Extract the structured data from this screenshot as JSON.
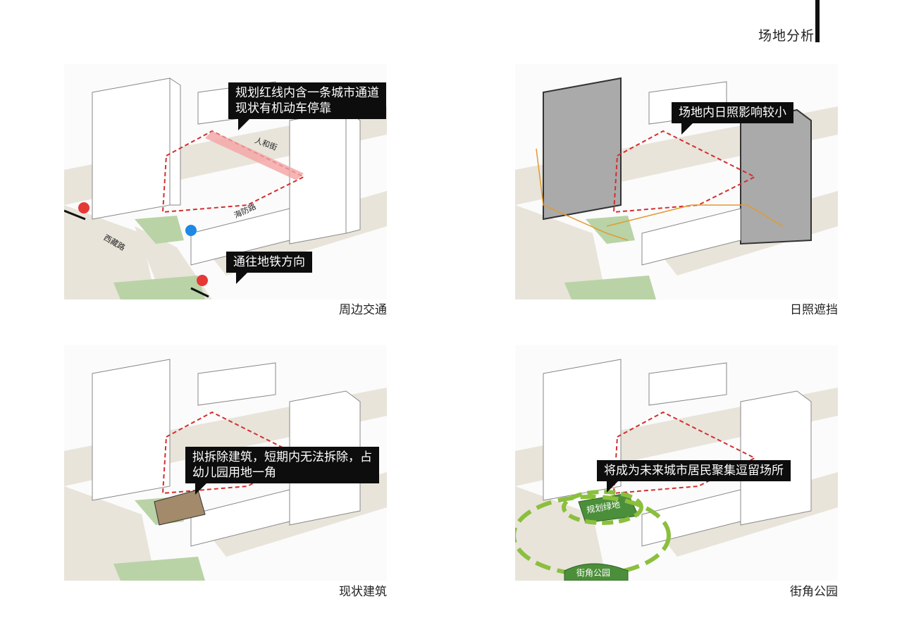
{
  "page": {
    "title": "场地分析"
  },
  "panels": [
    {
      "caption": "周边交通",
      "callouts": [
        "规划红线内含一条城市通道\n现状有机动车停靠",
        "通往地铁方向"
      ],
      "street_labels": [
        "人和街",
        "海防路",
        "西藏路"
      ]
    },
    {
      "caption": "日照遮挡",
      "callouts": [
        "场地内日照影响较小"
      ]
    },
    {
      "caption": "现状建筑",
      "callouts": [
        "拟拆除建筑，短期内无法拆除，占\n幼儿园用地一角"
      ]
    },
    {
      "caption": "街角公园",
      "callouts": [
        "将成为未来城市居民聚集逗留场所"
      ],
      "area_labels": [
        "规划绿地",
        "街角公园"
      ]
    }
  ],
  "colors": {
    "redline": "#d32f2f",
    "road": "#e6e1d6",
    "green": "#b9d3a6",
    "park": "#4c8f3a",
    "shadow_building": "#a9a9a9",
    "demolish": "#a38a6a",
    "metro": "#e53935",
    "bus": "#1e88e5"
  }
}
